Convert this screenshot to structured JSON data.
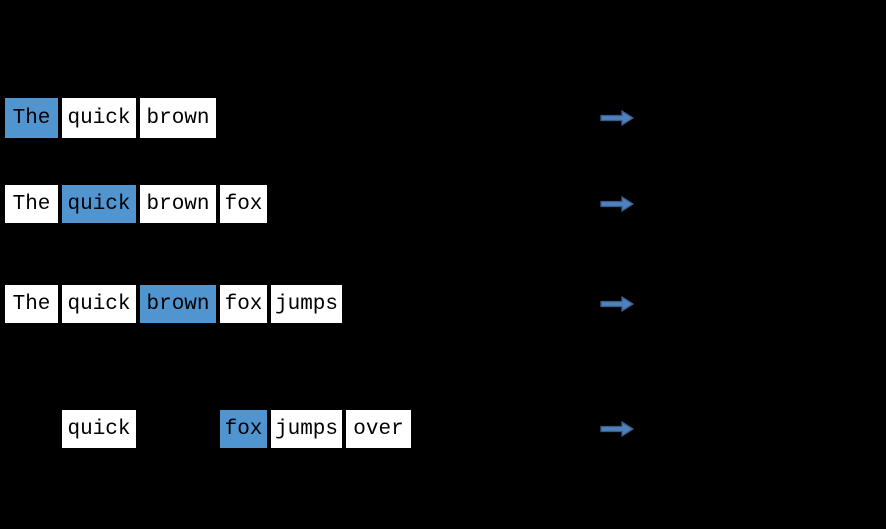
{
  "figure": {
    "description": "Sliding-window diagram over the sentence words, each row showing a context window with the center word highlighted, followed by a right arrow",
    "colors": {
      "background": "#000000",
      "box_fill": "#ffffff",
      "box_text": "#000000",
      "box_border": "#000000",
      "highlight": "#5094d0",
      "arrow_fill": "#4f81bd",
      "arrow_stroke": "#385d8a"
    },
    "arrow_icon": "block-right-arrow",
    "rows": [
      {
        "words": [
          {
            "text": "The",
            "highlighted": true
          },
          {
            "text": "quick",
            "highlighted": false
          },
          {
            "text": "brown",
            "highlighted": false
          }
        ]
      },
      {
        "words": [
          {
            "text": "The",
            "highlighted": false
          },
          {
            "text": "quick",
            "highlighted": true
          },
          {
            "text": "brown",
            "highlighted": false
          },
          {
            "text": "fox",
            "highlighted": false
          }
        ]
      },
      {
        "words": [
          {
            "text": "The",
            "highlighted": false
          },
          {
            "text": "quick",
            "highlighted": false
          },
          {
            "text": "brown",
            "highlighted": true
          },
          {
            "text": "fox",
            "highlighted": false
          },
          {
            "text": "jumps",
            "highlighted": false
          }
        ]
      },
      {
        "words": [
          {
            "text": "quick",
            "highlighted": false
          },
          {
            "text": "fox",
            "highlighted": true
          },
          {
            "text": "jumps",
            "highlighted": false
          },
          {
            "text": "over",
            "highlighted": false
          }
        ]
      }
    ]
  }
}
